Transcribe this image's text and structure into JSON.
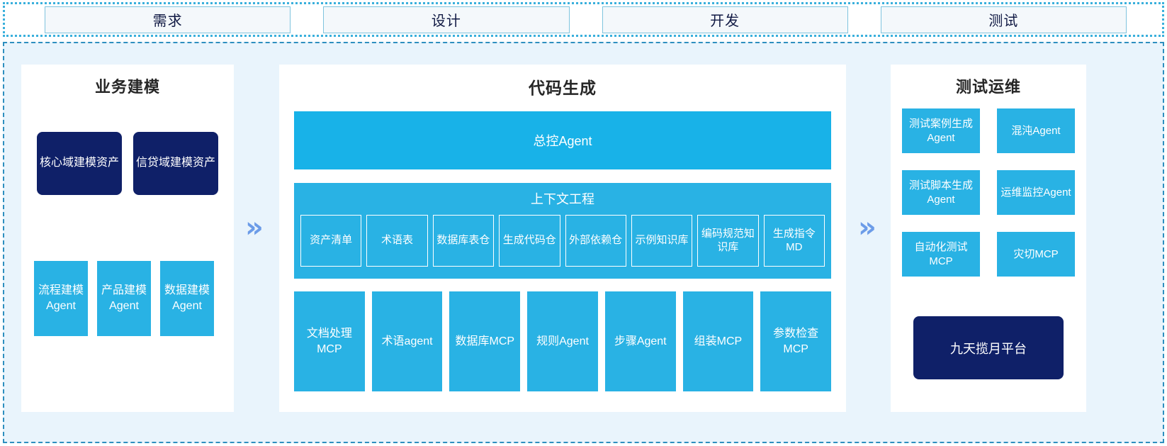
{
  "phases": {
    "items": [
      {
        "label": "需求"
      },
      {
        "label": "设计"
      },
      {
        "label": "开发"
      },
      {
        "label": "测试"
      }
    ]
  },
  "flow": {
    "arrow_glyph": "»",
    "arrow_1_name": "chevron-right-double-icon",
    "arrow_2_name": "chevron-right-double-icon"
  },
  "colors": {
    "primary_blue": "#29B2E4",
    "banner_blue": "#18B2E8",
    "navy": "#0F2068",
    "panel_bg": "#E9F4FC",
    "chevron_blue": "#6C9CE8",
    "dashed_border": "#2E8FBF",
    "dotted_border": "#3AB0DC"
  },
  "left_panel": {
    "title": "业务建模",
    "assets": [
      {
        "label": "核心域建模资产"
      },
      {
        "label": "信贷域建模资产"
      }
    ],
    "agents": [
      {
        "label": "流程建模Agent"
      },
      {
        "label": "产品建模Agent"
      },
      {
        "label": "数据建模Agent"
      }
    ]
  },
  "center_panel": {
    "title": "代码生成",
    "controller": {
      "label": "总控Agent"
    },
    "context": {
      "title": "上下文工程",
      "items": [
        {
          "label": "资产清单"
        },
        {
          "label": "术语表"
        },
        {
          "label": "数据库表仓"
        },
        {
          "label": "生成代码仓"
        },
        {
          "label": "外部依赖仓"
        },
        {
          "label": "示例知识库"
        },
        {
          "label": "编码规范知识库"
        },
        {
          "label": "生成指令MD"
        }
      ]
    },
    "tools": [
      {
        "label": "文档处理MCP"
      },
      {
        "label": "术语agent"
      },
      {
        "label": "数据库MCP"
      },
      {
        "label": "规则Agent"
      },
      {
        "label": "步骤Agent"
      },
      {
        "label": "组装MCP"
      },
      {
        "label": "参数检查MCP"
      }
    ]
  },
  "right_panel": {
    "title": "测试运维",
    "items": [
      {
        "label": "测试案例生成Agent"
      },
      {
        "label": "混沌Agent"
      },
      {
        "label": "测试脚本生成Agent"
      },
      {
        "label": "运维监控Agent"
      },
      {
        "label": "自动化测试MCP"
      },
      {
        "label": "灾切MCP"
      }
    ],
    "platform": {
      "label": "九天揽月平台"
    }
  }
}
